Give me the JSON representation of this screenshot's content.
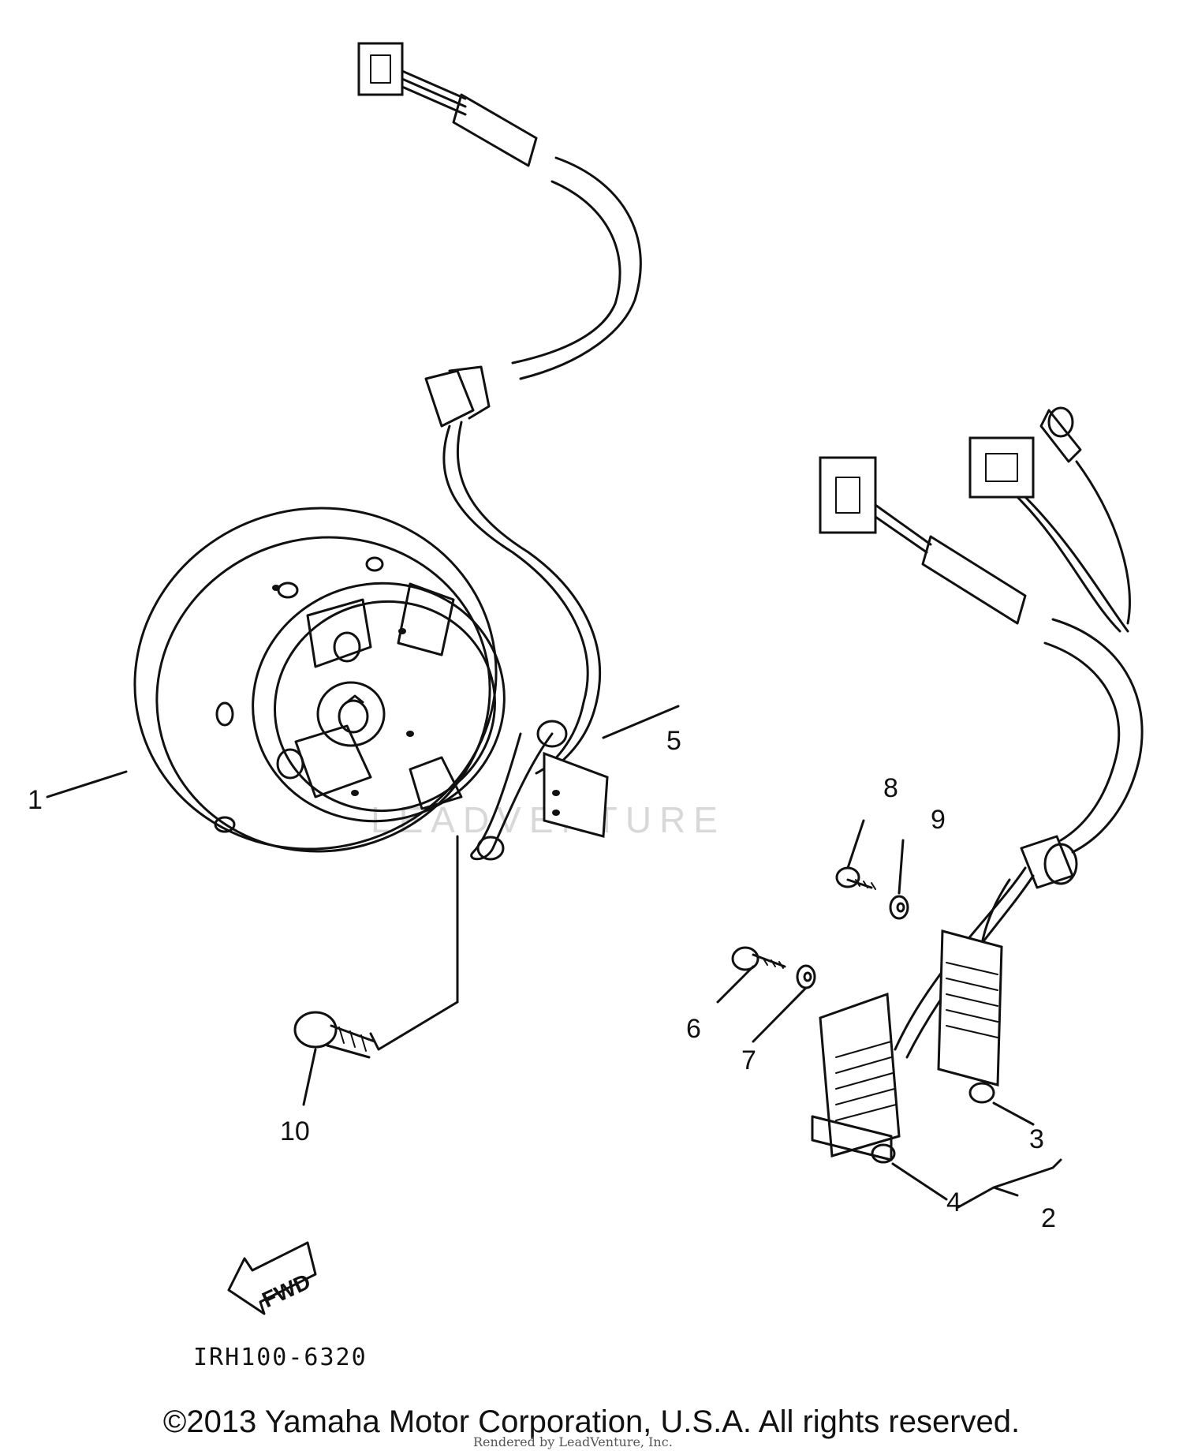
{
  "watermark": "LEADVENTURE",
  "callouts": {
    "c1": "1",
    "c2": "2",
    "c3": "3",
    "c4": "4",
    "c5": "5",
    "c6": "6",
    "c7": "7",
    "c8": "8",
    "c9": "9",
    "c10": "10"
  },
  "fwd_label": "FWD",
  "diagram_code": "IRH100-6320",
  "copyright": "©2013 Yamaha Motor Corporation, U.S.A. All rights reserved.",
  "rendered_by": "Rendered by LeadVenture, Inc."
}
